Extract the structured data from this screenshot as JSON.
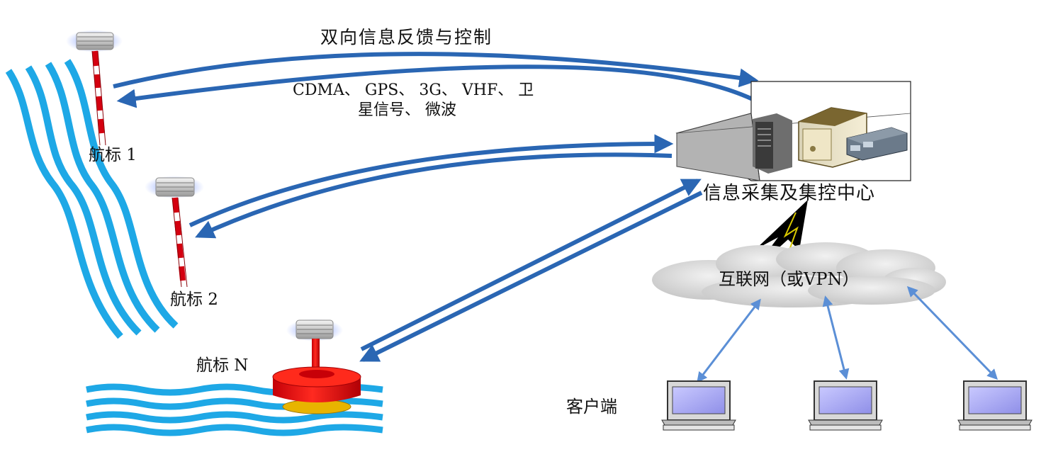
{
  "labels": {
    "feedback_title": "双向信息反馈与控制",
    "comm_methods_line1": "CDMA、 GPS、 3G、 VHF、 卫",
    "comm_methods_line2": "星信号、 微波",
    "buoy_1": "航标 1",
    "buoy_2": "航标 2",
    "buoy_n": "航标 N",
    "control_center": "信息采集及集控中心",
    "internet": "互联网（或VPN）",
    "client": "客户端"
  },
  "colors": {
    "water": "#1ea8e6",
    "arrow_dark": "#2a66b3",
    "arrow_light": "#5b8fd6",
    "buoy_red": "#e8000b",
    "lightning": "#000000"
  },
  "icons": [
    "buoy-light-icon",
    "pole-buoy-icon",
    "floating-buoy-icon",
    "server-icon",
    "cloud-icon",
    "lightning-icon",
    "computer-icon"
  ]
}
